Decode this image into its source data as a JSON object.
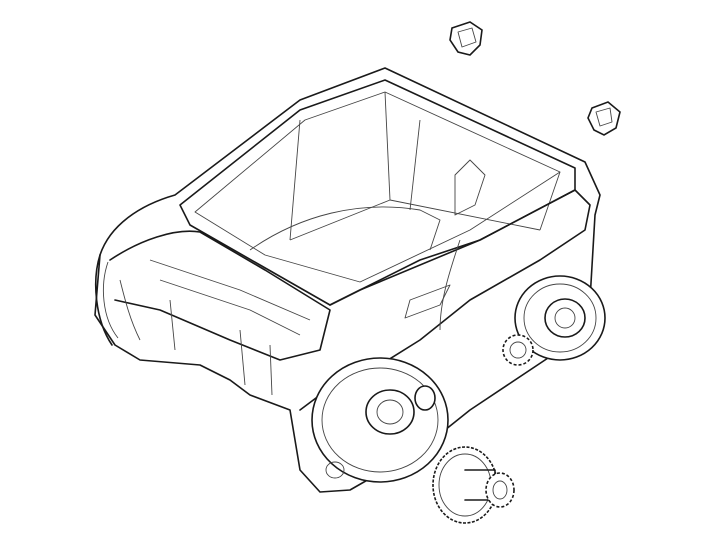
{
  "diagram": {
    "type": "exploded-parts-line-drawing",
    "line_color": "#1a1a1a",
    "background": "#ffffff",
    "parts": [
      "body-housing",
      "clip",
      "clip",
      "drive-wheel",
      "drive-wheel",
      "gear-assembly"
    ]
  }
}
